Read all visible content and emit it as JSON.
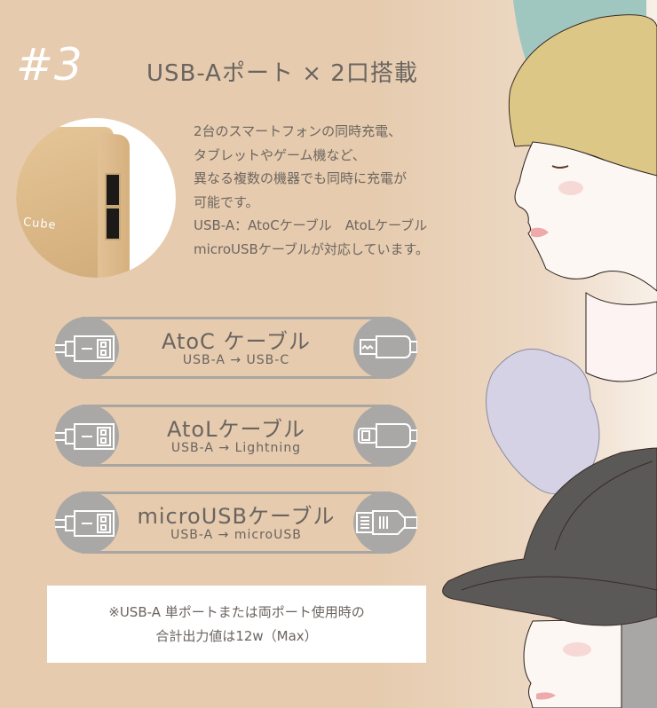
{
  "header": {
    "section_number": "#3",
    "title": "USB-Aポート × 2口搭載"
  },
  "product": {
    "label": "Cube",
    "colors": {
      "body": "#d9b684",
      "circle": "#ffffff"
    }
  },
  "description": {
    "lines": [
      "2台のスマートフォンの同時充電、",
      "タブレットやゲーム機など、",
      "異なる複数の機器でも同時に充電が",
      "可能です。",
      "USB-A：AtoCケーブル　AtoLケーブル",
      "microUSBケーブルが対応しています。"
    ]
  },
  "cables": [
    {
      "name": "AtoC ケーブル",
      "sub": "USB-A → USB-C",
      "left_icon": "usb-a-plug-icon",
      "right_icon": "usb-c-plug-icon"
    },
    {
      "name": "AtoLケーブル",
      "sub": "USB-A → Lightning",
      "left_icon": "usb-a-plug-icon",
      "right_icon": "lightning-plug-icon"
    },
    {
      "name": "microUSBケーブル",
      "sub": "USB-A → microUSB",
      "left_icon": "usb-a-plug-icon",
      "right_icon": "micro-usb-plug-icon"
    }
  ],
  "note": {
    "line1": "※USB-A 単ポートまたは両ポート使用時の",
    "line2": "合計出力値は12w（Max）"
  },
  "colors": {
    "background": "#e6cbae",
    "text": "#6a6460",
    "pill_gray": "#a9a8a6",
    "white": "#ffffff",
    "hair_blonde": "#dcc787",
    "cap": "#5a5958",
    "ruffle": "#d4d2e4"
  }
}
